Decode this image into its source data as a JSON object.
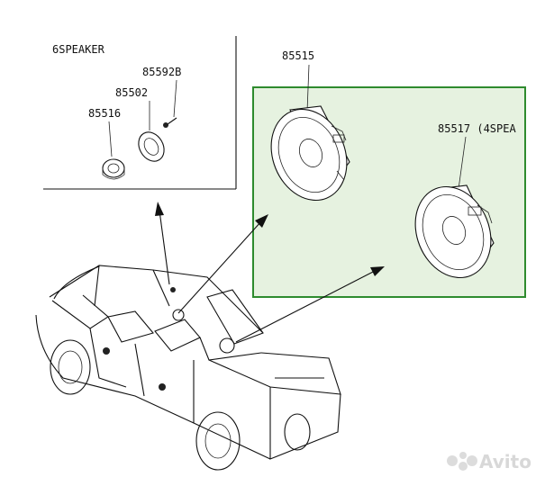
{
  "inset": {
    "title": "6SPEAKER",
    "parts": [
      "85592B",
      "85502",
      "85516"
    ]
  },
  "callouts": {
    "front_speaker": "85515",
    "rear_speaker": "85517 (4SPEA"
  },
  "colors": {
    "highlight_border": "#2e8b2e",
    "highlight_fill": "#e6f2e0",
    "line": "#111111"
  },
  "watermark": {
    "text": "Avito"
  }
}
